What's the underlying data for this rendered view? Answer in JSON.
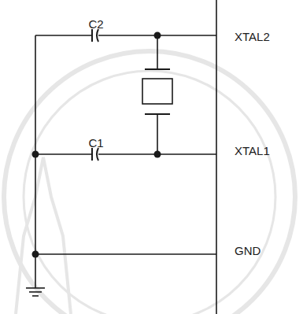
{
  "diagram": {
    "labels": [
      "C2",
      "XTAL2",
      "C1",
      "XTAL1",
      "GND"
    ]
  }
}
